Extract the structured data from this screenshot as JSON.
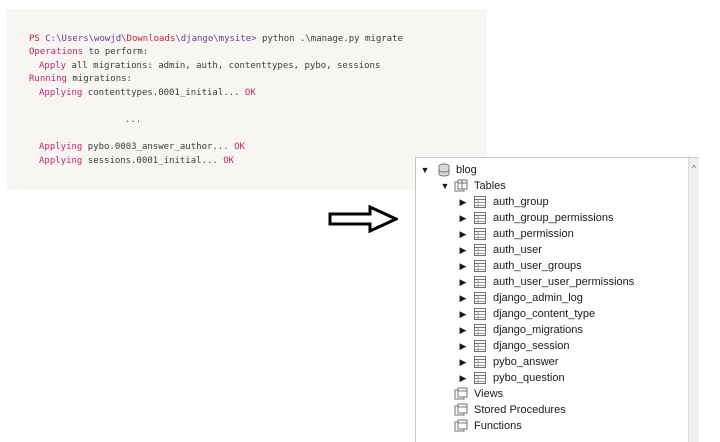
{
  "terminal": {
    "prompt_prefix": "PS ",
    "path_part1": "C:\\Users\\wowjd\\",
    "path_part2": "Downloads",
    "path_part3": "\\django\\mysite> ",
    "command": "python .\\manage.py migrate",
    "operations_heading": "Operations",
    "operations_rest": " to perform:",
    "apply_word": "Apply",
    "apply_rest": " all migrations: admin, auth, contenttypes, pybo, sessions",
    "running_heading": "Running",
    "running_rest": " migrations:",
    "migrations_before_gap": [
      {
        "verb": "Applying",
        "name": " contenttypes.0001_initial...",
        "status": " OK"
      }
    ],
    "ellipsis": "...",
    "migrations_after_gap": [
      {
        "verb": "Applying",
        "name": " pybo.0003_answer_author...",
        "status": " OK"
      },
      {
        "verb": "Applying",
        "name": " sessions.0001_initial...",
        "status": " OK"
      }
    ]
  },
  "tree": {
    "database": "blog",
    "tables_label": "Tables",
    "tables": [
      "auth_group",
      "auth_group_permissions",
      "auth_permission",
      "auth_user",
      "auth_user_groups",
      "auth_user_user_permissions",
      "django_admin_log",
      "django_content_type",
      "django_migrations",
      "django_session",
      "pybo_answer",
      "pybo_question"
    ],
    "folders": [
      "Views",
      "Stored Procedures",
      "Functions"
    ]
  },
  "icons": {
    "arrow": "right-arrow-icon",
    "database": "database-icon",
    "tables_folder": "tables-folder-icon",
    "table": "table-icon"
  },
  "colors": {
    "terminal_bg": "#f7f6f3",
    "prompt_magenta": "#c0266f",
    "keyword_purple": "#6b3b8f",
    "status_red": "#c81e3a"
  }
}
